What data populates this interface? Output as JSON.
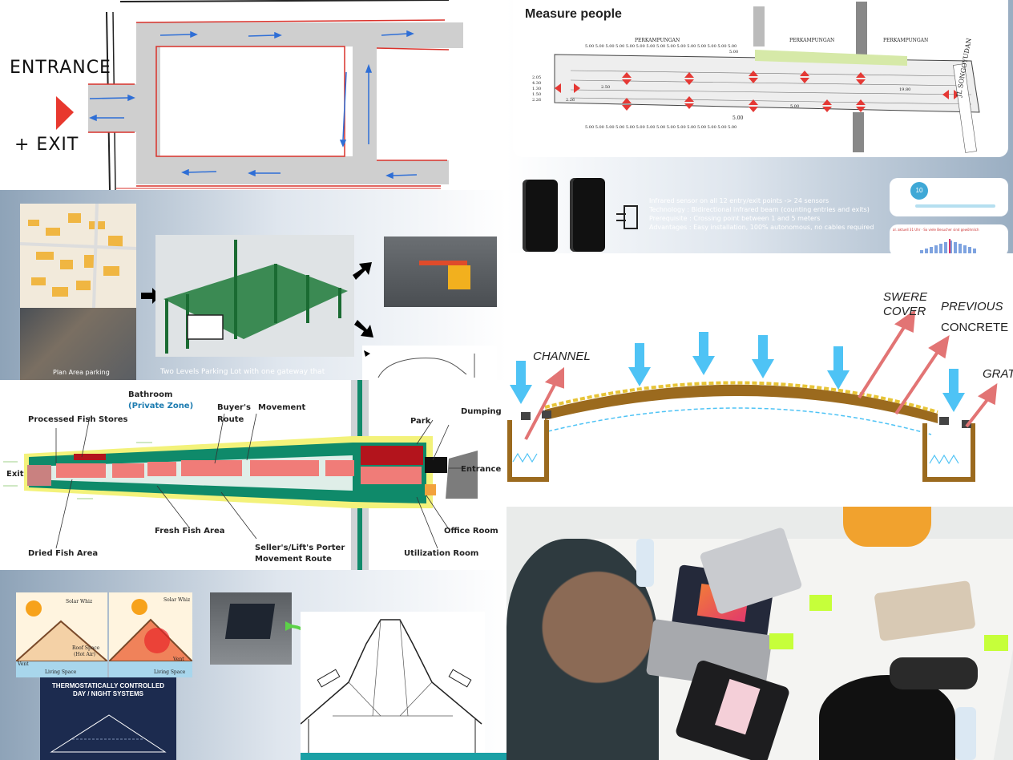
{
  "parking_sketch": {
    "entrance_label": "ENTRANCE",
    "exit_label": "+ EXIT"
  },
  "measure_people": {
    "title": "Measure people",
    "top_labels": [
      "PERKAMPUNGAN",
      "PERKAMPUNGAN",
      "PERKAMPUNGAN"
    ],
    "street_label": "JL SONGOYUDAN",
    "dimension_row": "5.00 5.00 5.00 5.00 5.00 5.00 5.00 5.00 5.00 5.00 5.00 5.00 5.00 5.00 5.00",
    "dimension_mid": "5.00",
    "dimension_values": [
      "2.05",
      "4.30",
      "2.26",
      "1.30",
      "1.50",
      "2.26",
      "2.50",
      "5.00",
      "19.80",
      "5.00"
    ],
    "sensor_lines": [
      "Infrared sensor on all 12 entry/exit points -> 24 sensors",
      "Technology : Bidirectional infrared beam (counting entries and exits)",
      "Prerequisite : Crossing point between 1 and 5 meters",
      "Advantages : Easy installation, 100% autonomous, no cables required"
    ],
    "slider_value": "10",
    "chart_caption": "al. aktuell 31 Uhr · So viele Besucher sind gewöhnlich"
  },
  "parking_lot": {
    "caption_line1": "Two Levels Parking Lot with one gateway that",
    "caption_line2": "Plan Area parking"
  },
  "drainage": {
    "channel": "CHANNEL",
    "swere_line1": "SWERE",
    "swere_line2": "COVER",
    "previous": "PREVIOUS",
    "concrete": "CONCRETE",
    "grat": "GRAT"
  },
  "fish_market": {
    "bathroom": "Bathroom",
    "private_zone": "(Private Zone)",
    "processed_fish": "Processed Fish Stores",
    "buyers_route_line1": "Buyer's",
    "buyers_route_line2": "Route",
    "movement": "Movement",
    "park": "Park",
    "dumping": "Dumping",
    "exit": "Exit",
    "entrance": "Entrance",
    "office_room": "Office Room",
    "fresh_fish": "Fresh Fish Area",
    "dried_fish": "Dried Fish Area",
    "seller_route_line1": "Seller's/Lift's Porter",
    "seller_route_line2": "Movement Route",
    "utilization_room": "Utilization Room"
  },
  "solar": {
    "solar_whiz_1": "Solar Whiz",
    "solar_whiz_2": "Solar Whiz",
    "roof_space_1": "Roof Space",
    "roof_space_2": "(Hot Air)",
    "vent_1": "Vent",
    "vent_2": "Vent",
    "living_space_1": "Living Space",
    "living_space_2": "Living Space",
    "thermo_line1": "THERMOSTATICALLY CONTROLLED",
    "thermo_line2": "DAY / NIGHT SYSTEMS"
  },
  "colors": {
    "street_red": "#d9322b",
    "flow_blue": "#2f6fd6",
    "aisle_green": "#0f8a6a",
    "stall_pink": "#f07c78",
    "stall_red": "#b3141c",
    "rain_blue": "#4ec3f5",
    "vapor_red": "#e27474",
    "concrete_brown": "#9b6a1e",
    "navy": "#1c2b4f"
  }
}
